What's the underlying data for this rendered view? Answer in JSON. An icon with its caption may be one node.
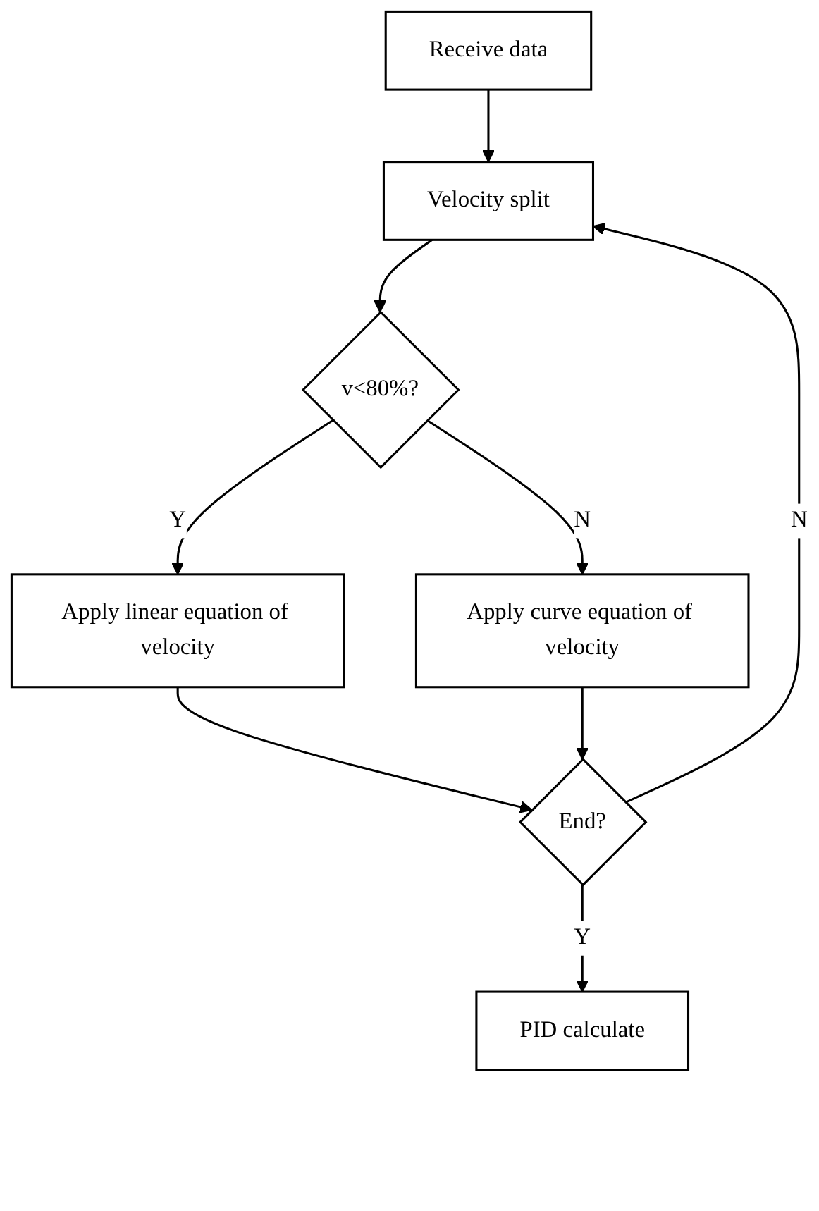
{
  "diagram": {
    "nodes": [
      {
        "text": [
          "Receive data"
        ]
      },
      {
        "text": [
          "Velocity split"
        ]
      },
      {
        "text": [
          "v<80%?"
        ]
      },
      {
        "text": [
          "Apply linear equation of velocity"
        ]
      },
      {
        "text": [
          "Apply curve equation of velocity"
        ]
      },
      {
        "text": [
          "End?"
        ]
      },
      {
        "text": [
          "PID calculate"
        ]
      }
    ],
    "edges": [
      {
        "from": 0,
        "to": 1,
        "arrow": "to"
      },
      {
        "from": 1,
        "to": 2,
        "arrow": "to"
      },
      {
        "from": 2,
        "to": 3,
        "label": "Y",
        "arrow": "to"
      },
      {
        "from": 2,
        "to": 4,
        "label": "N",
        "arrow": "to"
      },
      {
        "from": 3,
        "to": 5,
        "arrow": "to"
      },
      {
        "from": 4,
        "to": 5,
        "arrow": "to"
      },
      {
        "from": 5,
        "to": 1,
        "label": "N",
        "arrow": "to"
      },
      {
        "from": 5,
        "to": 6,
        "label": "Y",
        "arrow": "to"
      }
    ]
  }
}
